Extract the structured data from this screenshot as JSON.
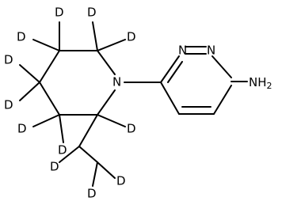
{
  "molecule": {
    "atoms": {
      "n_ring1": "N",
      "n_ring2": "N",
      "n_pip": "N",
      "nh2": "NH",
      "nh2_sub": "2"
    },
    "deuterium_label": "D"
  },
  "colors": {
    "ink": "#000000",
    "background": "#ffffff"
  }
}
